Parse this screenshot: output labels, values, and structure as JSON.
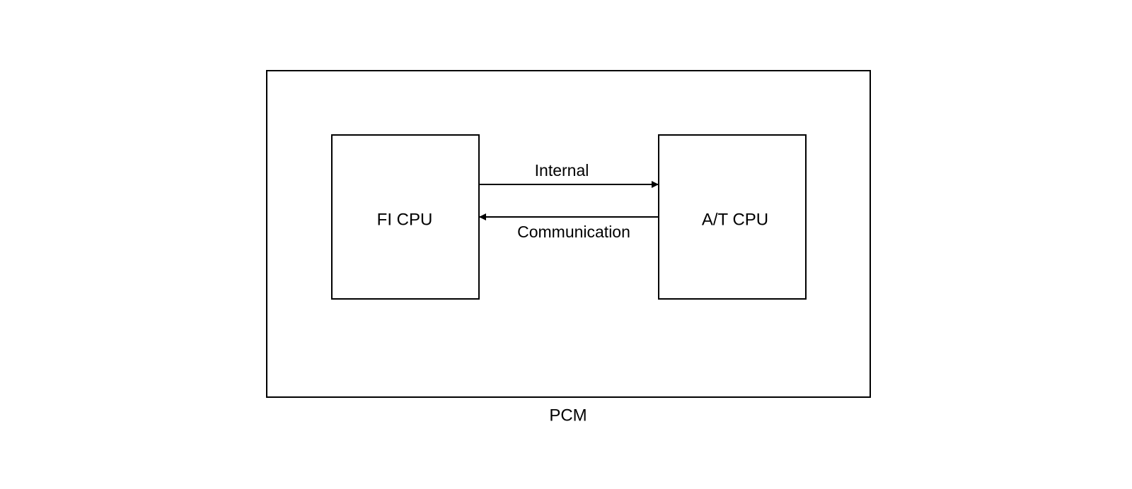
{
  "diagram": {
    "container_label": "PCM",
    "left_block_label": "FI CPU",
    "right_block_label": "A/T CPU",
    "link_label_top": "Internal",
    "link_label_bottom": "Communication"
  }
}
